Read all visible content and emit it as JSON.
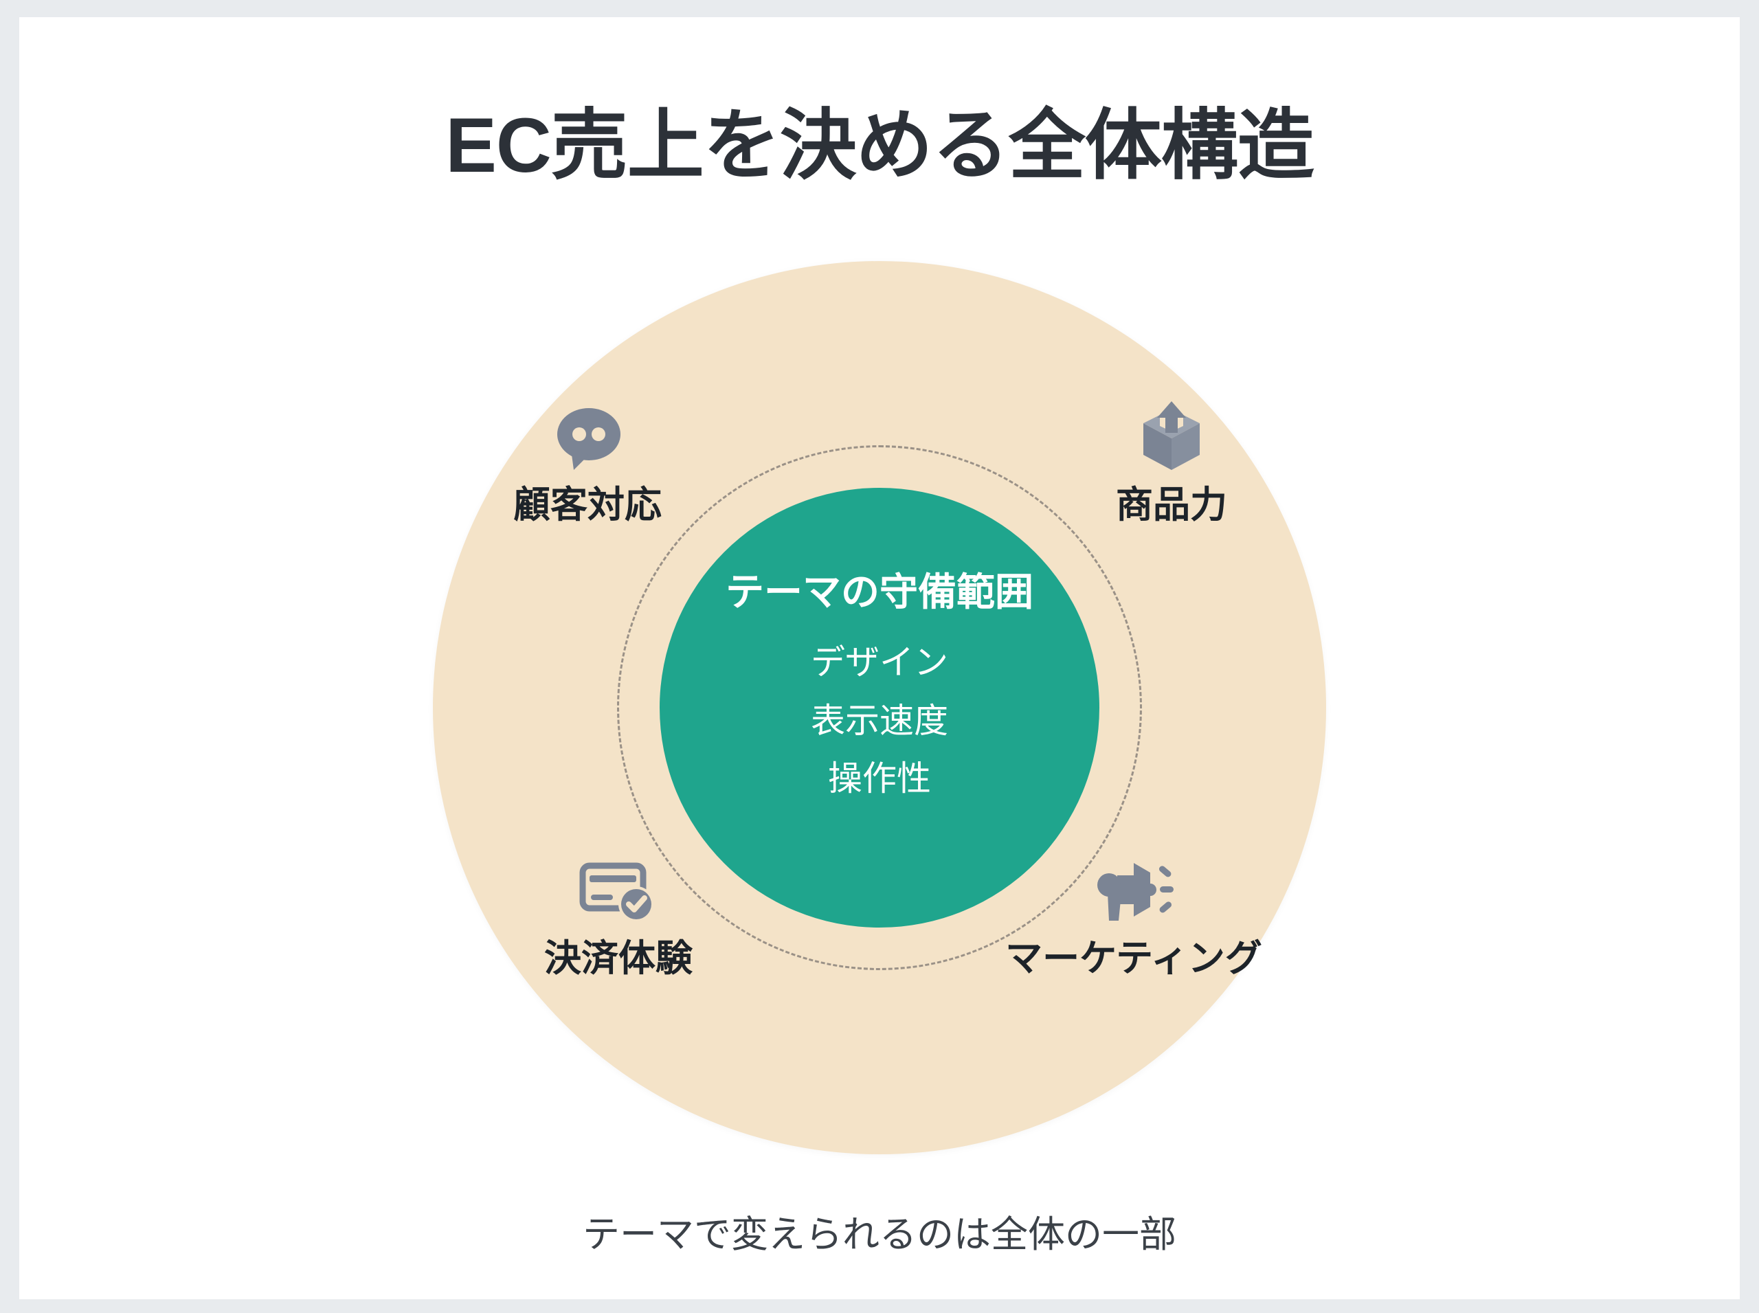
{
  "slide": {
    "title": "EC売上を決める全体構造",
    "caption": "テーマで変えられるのは全体の一部"
  },
  "core": {
    "heading": "テーマの守備範囲",
    "items": [
      {
        "label": "デザイン"
      },
      {
        "label": "表示速度"
      },
      {
        "label": "操作性"
      }
    ]
  },
  "pillars": [
    {
      "label": "顧客対応",
      "icon": "speech-bubble-icon",
      "position": "top-left"
    },
    {
      "label": "商品力",
      "icon": "package-box-up-arrow-icon",
      "position": "top-right"
    },
    {
      "label": "決済体験",
      "icon": "credit-card-check-icon",
      "position": "bottom-left"
    },
    {
      "label": "マーケティング",
      "icon": "megaphone-icon",
      "position": "bottom-right"
    }
  ],
  "colors": {
    "page_background": "#E8EBEE",
    "slide_background": "#FFFFFF",
    "outer_circle": "#F4E3C8",
    "inner_circle": "#1FA58D",
    "dashed_ring": "#9A9187",
    "title_text": "#2C3138",
    "pillar_label_text": "#1D2329",
    "icon": "#7B8494",
    "core_text": "#FFFFFF",
    "caption_text": "#3B4148"
  }
}
